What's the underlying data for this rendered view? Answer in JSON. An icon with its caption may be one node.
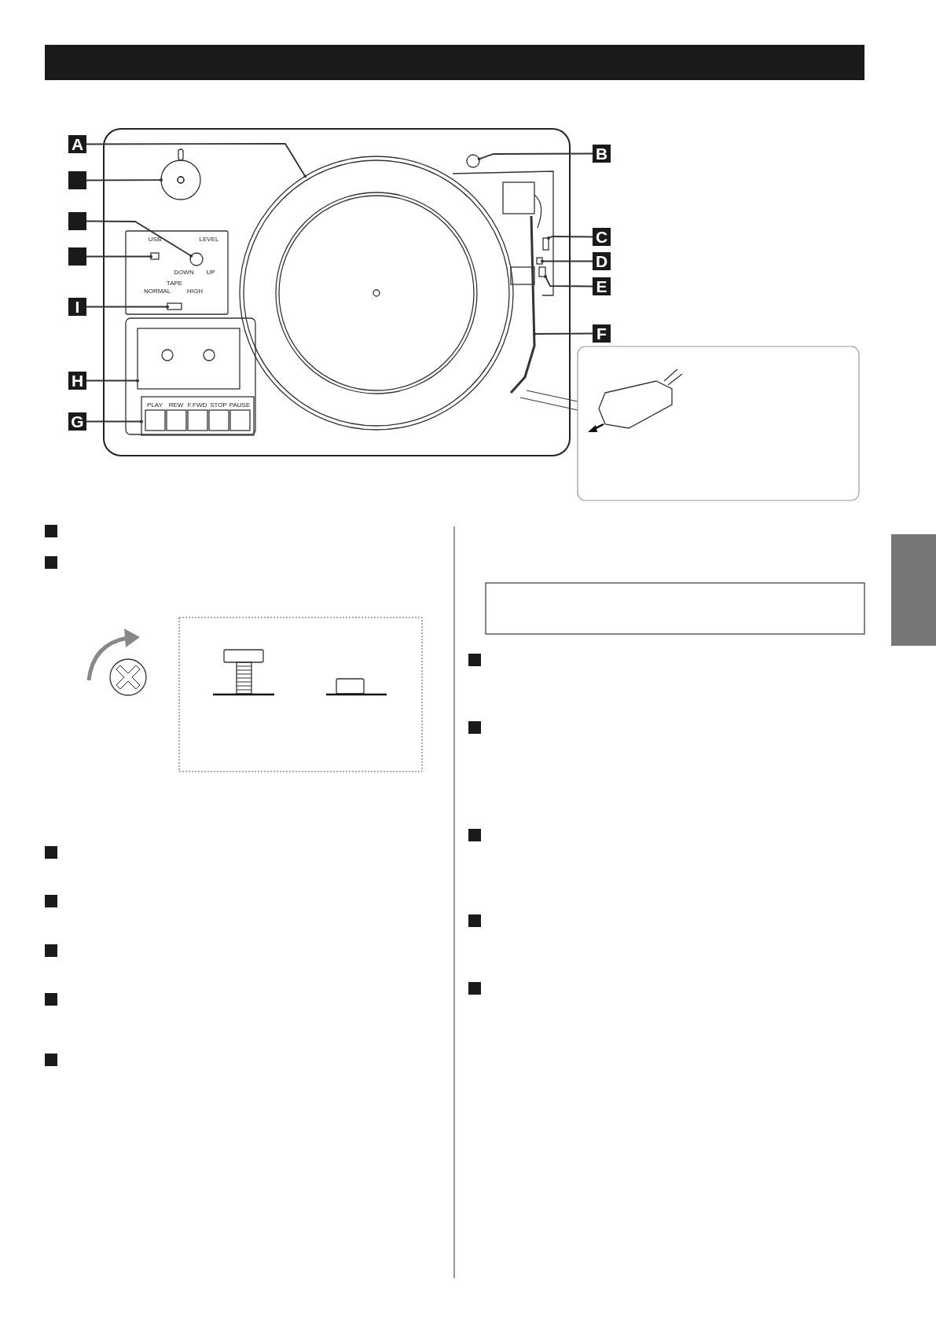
{
  "diagram": {
    "nodes": [
      {
        "text": [
          "A"
        ]
      },
      {
        "text": [
          "B"
        ]
      },
      {
        "text": [],
        "shape": "box"
      },
      {
        "text": [],
        "shape": "box"
      },
      {
        "text": [
          "C"
        ]
      },
      {
        "text": [],
        "shape": "box"
      },
      {
        "text": [
          "D"
        ]
      },
      {
        "text": [
          "E"
        ]
      },
      {
        "text": [
          "I"
        ]
      },
      {
        "text": [
          "F"
        ]
      },
      {
        "text": [
          "H"
        ]
      },
      {
        "text": [
          "G"
        ]
      },
      {
        "text": [],
        "shape": "box"
      },
      {
        "text": [],
        "shape": "box"
      },
      {
        "text": [],
        "shape": "box"
      },
      {
        "text": [],
        "shape": "box"
      },
      {
        "text": [],
        "shape": "box"
      },
      {
        "text": [],
        "shape": "box"
      },
      {
        "text": [],
        "shape": "box"
      },
      {
        "text": [],
        "shape": "box"
      },
      {
        "text": [],
        "shape": "box"
      },
      {
        "text": [],
        "shape": "box"
      },
      {
        "text": [],
        "shape": "box"
      },
      {
        "text": [],
        "shape": "box"
      },
      {
        "text": [],
        "shape": "bar"
      },
      {
        "text": [],
        "shape": "bar"
      },
      {
        "text": [],
        "shape": "circle"
      },
      {
        "text": [],
        "shape": "circle"
      },
      {
        "text": [],
        "shape": "circle"
      },
      {
        "text": [],
        "shape": "circle"
      },
      {
        "text": [],
        "shape": "box"
      },
      {
        "text": [],
        "shape": "box"
      },
      {
        "text": [],
        "shape": "box"
      },
      {
        "text": [],
        "shape": "box"
      },
      {
        "text": [],
        "shape": "box"
      },
      {
        "text": [],
        "shape": "bar"
      },
      {
        "text": [],
        "shape": "box"
      },
      {
        "text": [],
        "shape": "box"
      }
    ],
    "edges": [
      {
        "from": 0,
        "to": 26,
        "arrow": "other"
      },
      {
        "from": 1,
        "to": 27,
        "arrow": "other"
      },
      {
        "from": 2,
        "to": 28,
        "arrow": "other"
      },
      {
        "from": 3,
        "to": 29,
        "arrow": "other"
      },
      {
        "from": 4,
        "to": 30,
        "arrow": "other"
      },
      {
        "from": 5,
        "to": 31,
        "arrow": "other"
      },
      {
        "from": 6,
        "to": 32,
        "arrow": "other"
      },
      {
        "from": 7,
        "to": 33,
        "arrow": "other"
      },
      {
        "from": 8,
        "to": 34,
        "arrow": "other"
      },
      {
        "from": 9,
        "to": 35,
        "arrow": "other"
      },
      {
        "from": 10,
        "to": 36,
        "arrow": "other"
      },
      {
        "from": 11,
        "to": 37,
        "arrow": "other"
      }
    ],
    "labels": [
      "USB",
      "LEVEL",
      "DOWN",
      "UP",
      "TAPE",
      "NORMAL",
      "HIGH",
      "PLAY",
      "REW",
      "F.FWD",
      "STOP",
      "PAUSE"
    ]
  }
}
